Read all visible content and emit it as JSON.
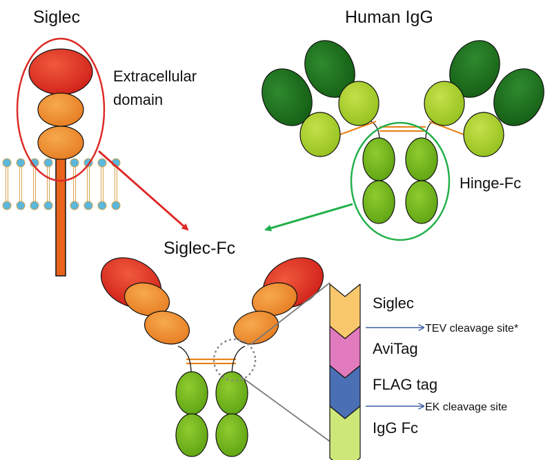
{
  "labels": {
    "siglec_title": "Siglec",
    "igg_title": "Human IgG",
    "extracellular_line1": "Extracellular",
    "extracellular_line2": "domain",
    "hinge_fc": "Hinge-Fc",
    "siglec_fc": "Siglec-Fc"
  },
  "construct": {
    "segments": [
      {
        "label": "Siglec",
        "color": "#F9C86C"
      },
      {
        "label": "AviTag",
        "color": "#E27BBE"
      },
      {
        "label": "FLAG tag",
        "color": "#4A6FB5"
      },
      {
        "label": "IgG Fc",
        "color": "#CDE779"
      }
    ],
    "cleavage_sites": [
      {
        "label": "TEV cleavage site*"
      },
      {
        "label": "EK cleavage site"
      }
    ]
  },
  "colors": {
    "red_domain": "#D9261C",
    "orange_domain": "#EE8A2A",
    "dark_green": "#1E6A1E",
    "light_green": "#A6CF28",
    "fc_green": "#6CB01E",
    "stalk": "#E8641C",
    "lipid_head": "#5BB7DB",
    "red_circle": "#DD2A27",
    "green_circle": "#22B04B",
    "blue_arrow": "#3D5FA6"
  }
}
